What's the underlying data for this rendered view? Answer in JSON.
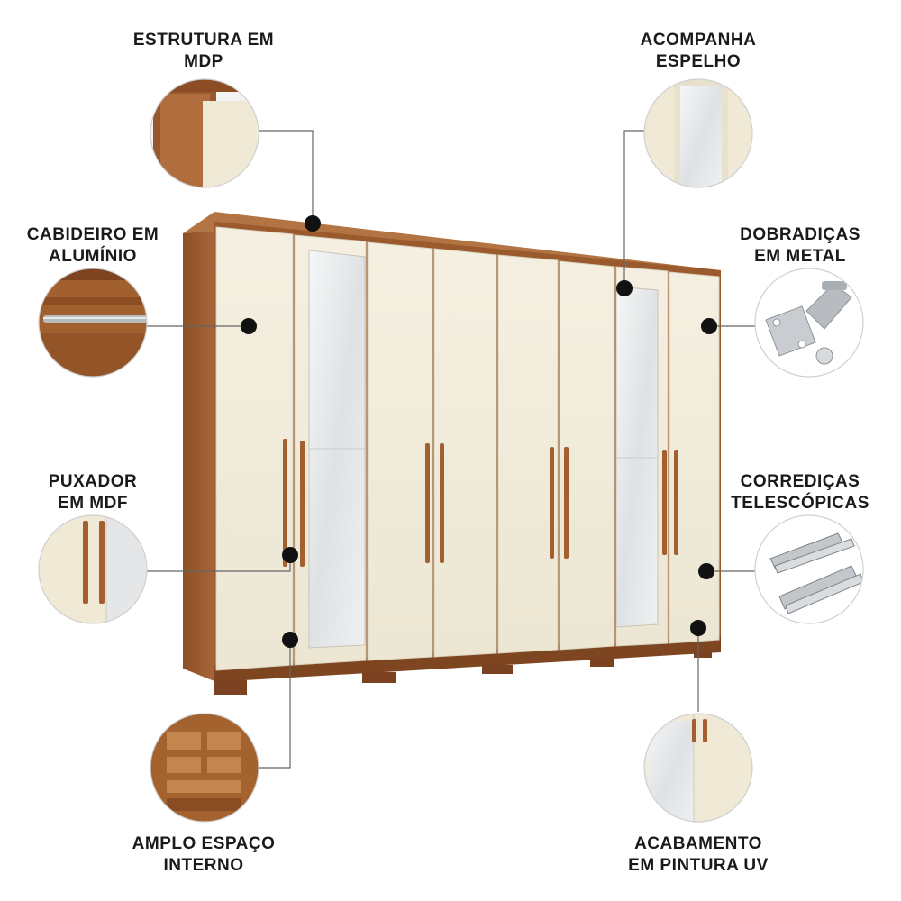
{
  "features": [
    {
      "id": "estrutura",
      "lines": [
        "ESTRUTURA EM",
        "MDP"
      ],
      "icon": "mdp-structure-detail"
    },
    {
      "id": "cabideiro",
      "lines": [
        "CABIDEIRO EM",
        "ALUMÍNIO"
      ],
      "icon": "hanger-rod-detail"
    },
    {
      "id": "puxador",
      "lines": [
        "PUXADOR",
        "EM MDF"
      ],
      "icon": "mdf-handle-detail"
    },
    {
      "id": "amplo",
      "lines": [
        "AMPLO ESPAÇO",
        "INTERNO"
      ],
      "icon": "internal-shelves-detail"
    },
    {
      "id": "espelho",
      "lines": [
        "ACOMPANHA",
        "ESPELHO"
      ],
      "icon": "mirror-detail"
    },
    {
      "id": "dobradicas",
      "lines": [
        "DOBRADIÇAS",
        "EM METAL"
      ],
      "icon": "metal-hinge-detail"
    },
    {
      "id": "corredicas",
      "lines": [
        "CORREDIÇAS",
        "TELESCÓPICAS"
      ],
      "icon": "telescopic-slides-detail"
    },
    {
      "id": "acabamento",
      "lines": [
        "ACABAMENTO",
        "EM PINTURA UV"
      ],
      "icon": "uv-finish-detail"
    }
  ],
  "colors": {
    "wood": "#9a5a2e",
    "wood_dark": "#7a4220",
    "cream": "#f1ecdc",
    "mirror": "#e4e6e7",
    "line": "#555555",
    "dot": "#111111"
  }
}
